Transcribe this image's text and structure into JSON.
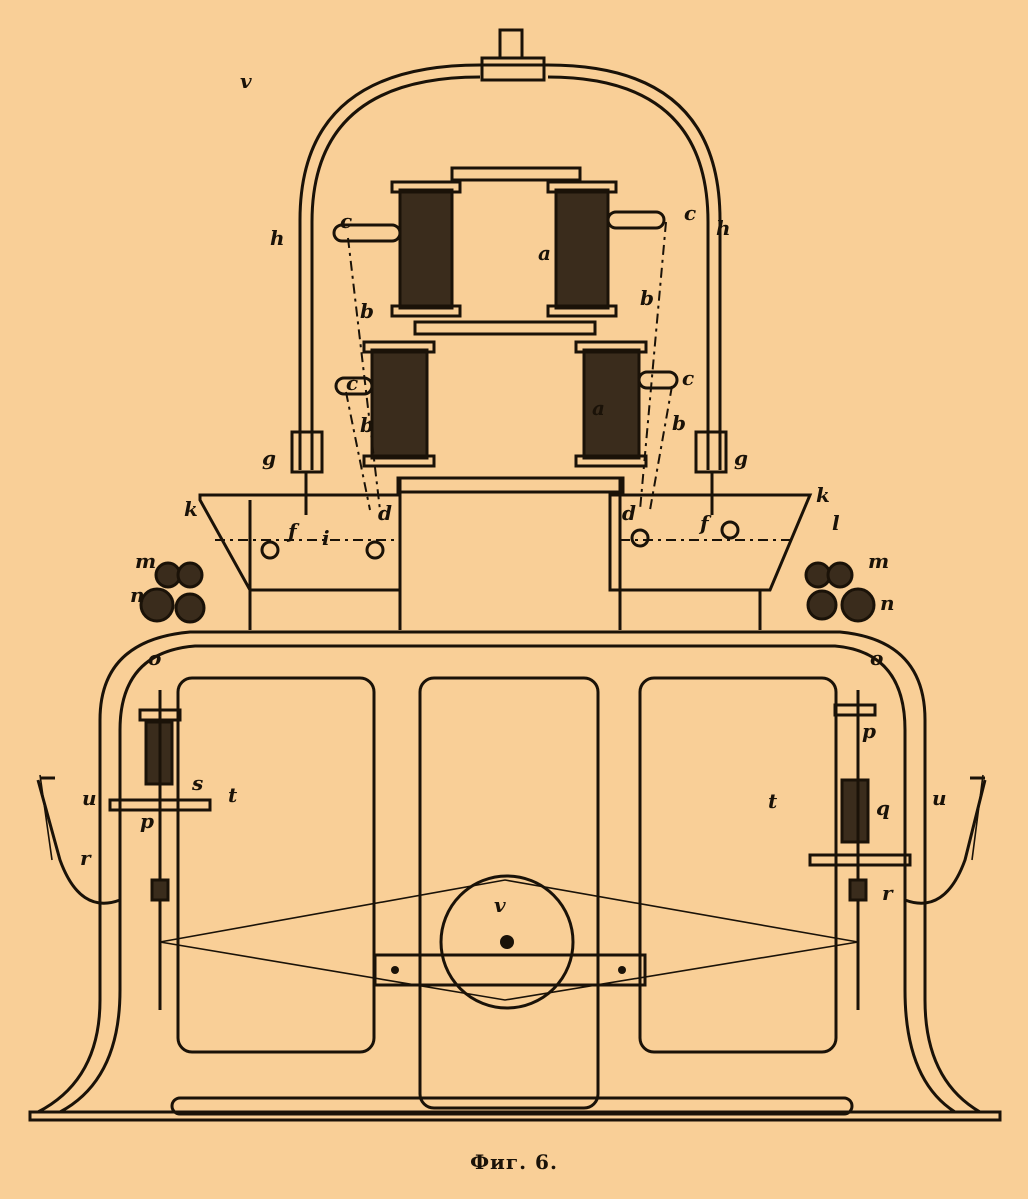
{
  "figure": {
    "caption": "Фиг. 6.",
    "background_color": "#f9cf97",
    "ink_color": "#1a1208",
    "labels": {
      "top_pipe": "v",
      "h_left": "h",
      "h_right": "h",
      "a_upper": "a",
      "a_lower": "a",
      "c_ul": "c",
      "c_ur": "c",
      "c_ll": "c",
      "c_lr": "c",
      "b_ul": "b",
      "b_ur": "b",
      "b_ll": "b",
      "b_lr": "b",
      "g_left": "g",
      "g_right": "g",
      "k_left": "k",
      "k_right": "k",
      "l_right": "l",
      "d_left": "d",
      "d_right": "d",
      "f_left": "f",
      "f_right": "f",
      "i_left": "i",
      "m_left": "m",
      "m_right": "m",
      "n_left": "n",
      "n_right": "n",
      "o_left": "o",
      "o_right": "o",
      "p_left": "p",
      "p_right": "p",
      "q_right": "q",
      "r_left": "r",
      "r_right": "r",
      "t_left": "t",
      "t_right": "t",
      "u_left": "u",
      "u_right": "u",
      "s_left": "s",
      "v_pulley": "v"
    }
  }
}
